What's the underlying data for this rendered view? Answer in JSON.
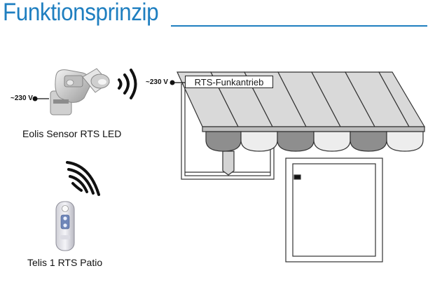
{
  "header": {
    "title": "Funktionsprinzip"
  },
  "sensor": {
    "name": "Eolis Sensor RTS LED",
    "voltage": "~230 V",
    "icon": "wind-sun-sensor-icon"
  },
  "remote": {
    "name": "Telis 1 RTS Patio",
    "icon": "remote-control-icon"
  },
  "awning": {
    "motor_label": "RTS-Funkantrieb",
    "voltage": "~230 V",
    "icon": "awning-icon"
  },
  "colors": {
    "accent": "#1f7fc0"
  }
}
